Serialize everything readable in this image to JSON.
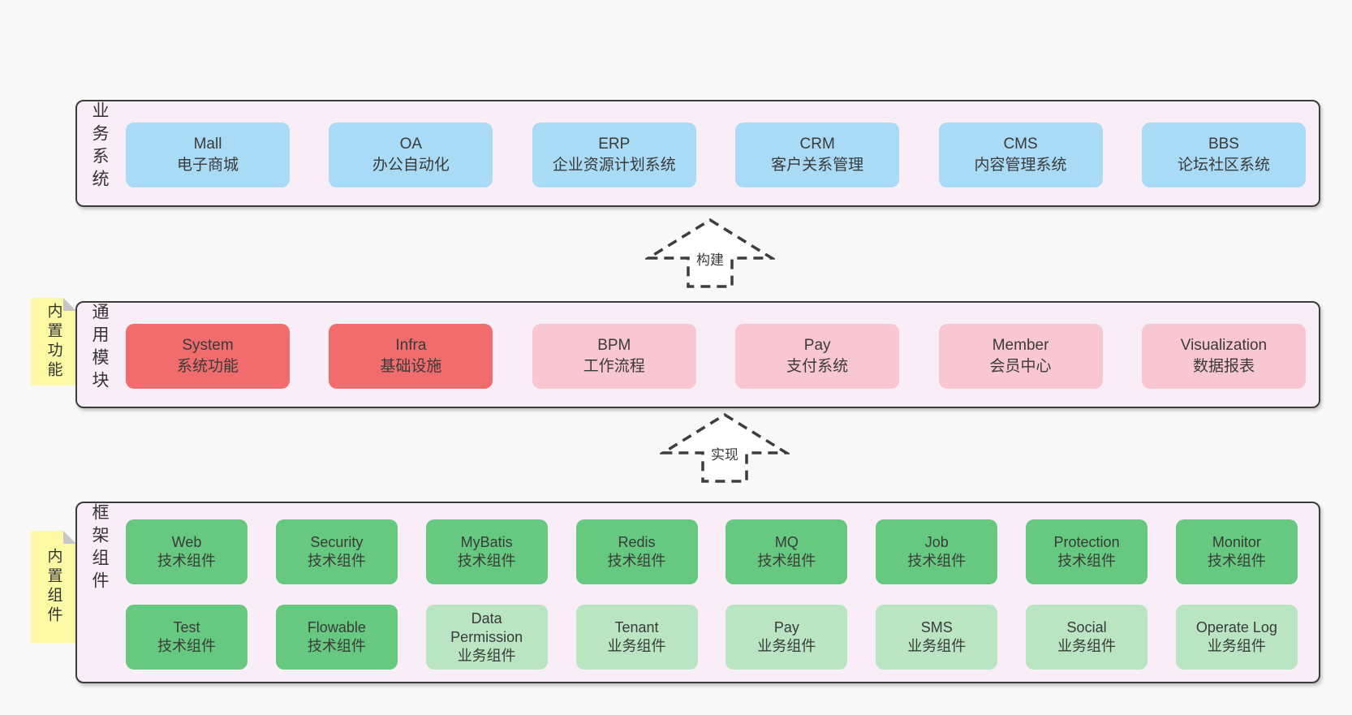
{
  "colors": {
    "page_bg": "#f8f8f8",
    "panel_bg": "#f9eef7",
    "panel_border": "#3c3c3c",
    "box_blue": "#a9dbf6",
    "box_red": "#f16c6c",
    "box_pink": "#f9c7d2",
    "box_green": "#66c97f",
    "box_light_green": "#b9e5c2",
    "note_yellow": "#fbf9a4",
    "note_fold_gray": "#c6c6c6",
    "text": "#3a3a3a"
  },
  "arrows": [
    {
      "label": "构建"
    },
    {
      "label": "实现"
    }
  ],
  "layers": {
    "business": {
      "label": "业务系统",
      "boxes": [
        {
          "title": "Mall",
          "subtitle": "电子商城"
        },
        {
          "title": "OA",
          "subtitle": "办公自动化"
        },
        {
          "title": "ERP",
          "subtitle": "企业资源计划系统"
        },
        {
          "title": "CRM",
          "subtitle": "客户关系管理"
        },
        {
          "title": "CMS",
          "subtitle": "内容管理系统"
        },
        {
          "title": "BBS",
          "subtitle": "论坛社区系统"
        }
      ]
    },
    "modules": {
      "label": "通用模块",
      "note": "内置功能",
      "boxes": [
        {
          "title": "System",
          "subtitle": "系统功能"
        },
        {
          "title": "Infra",
          "subtitle": "基础设施"
        },
        {
          "title": "BPM",
          "subtitle": "工作流程"
        },
        {
          "title": "Pay",
          "subtitle": "支付系统"
        },
        {
          "title": "Member",
          "subtitle": "会员中心"
        },
        {
          "title": "Visualization",
          "subtitle": "数据报表"
        }
      ]
    },
    "framework": {
      "label": "框架组件",
      "note": "内置组件",
      "row1": [
        {
          "title": "Web",
          "subtitle": "技术组件"
        },
        {
          "title": "Security",
          "subtitle": "技术组件"
        },
        {
          "title": "MyBatis",
          "subtitle": "技术组件"
        },
        {
          "title": "Redis",
          "subtitle": "技术组件"
        },
        {
          "title": "MQ",
          "subtitle": "技术组件"
        },
        {
          "title": "Job",
          "subtitle": "技术组件"
        },
        {
          "title": "Protection",
          "subtitle": "技术组件"
        },
        {
          "title": "Monitor",
          "subtitle": "技术组件"
        }
      ],
      "row2": [
        {
          "title": "Test",
          "subtitle": "技术组件"
        },
        {
          "title": "Flowable",
          "subtitle": "技术组件"
        },
        {
          "title": "Data\nPermission",
          "subtitle": "业务组件"
        },
        {
          "title": "Tenant",
          "subtitle": "业务组件"
        },
        {
          "title": "Pay",
          "subtitle": "业务组件"
        },
        {
          "title": "SMS",
          "subtitle": "业务组件"
        },
        {
          "title": "Social",
          "subtitle": "业务组件"
        },
        {
          "title": "Operate Log",
          "subtitle": "业务组件"
        }
      ]
    }
  }
}
